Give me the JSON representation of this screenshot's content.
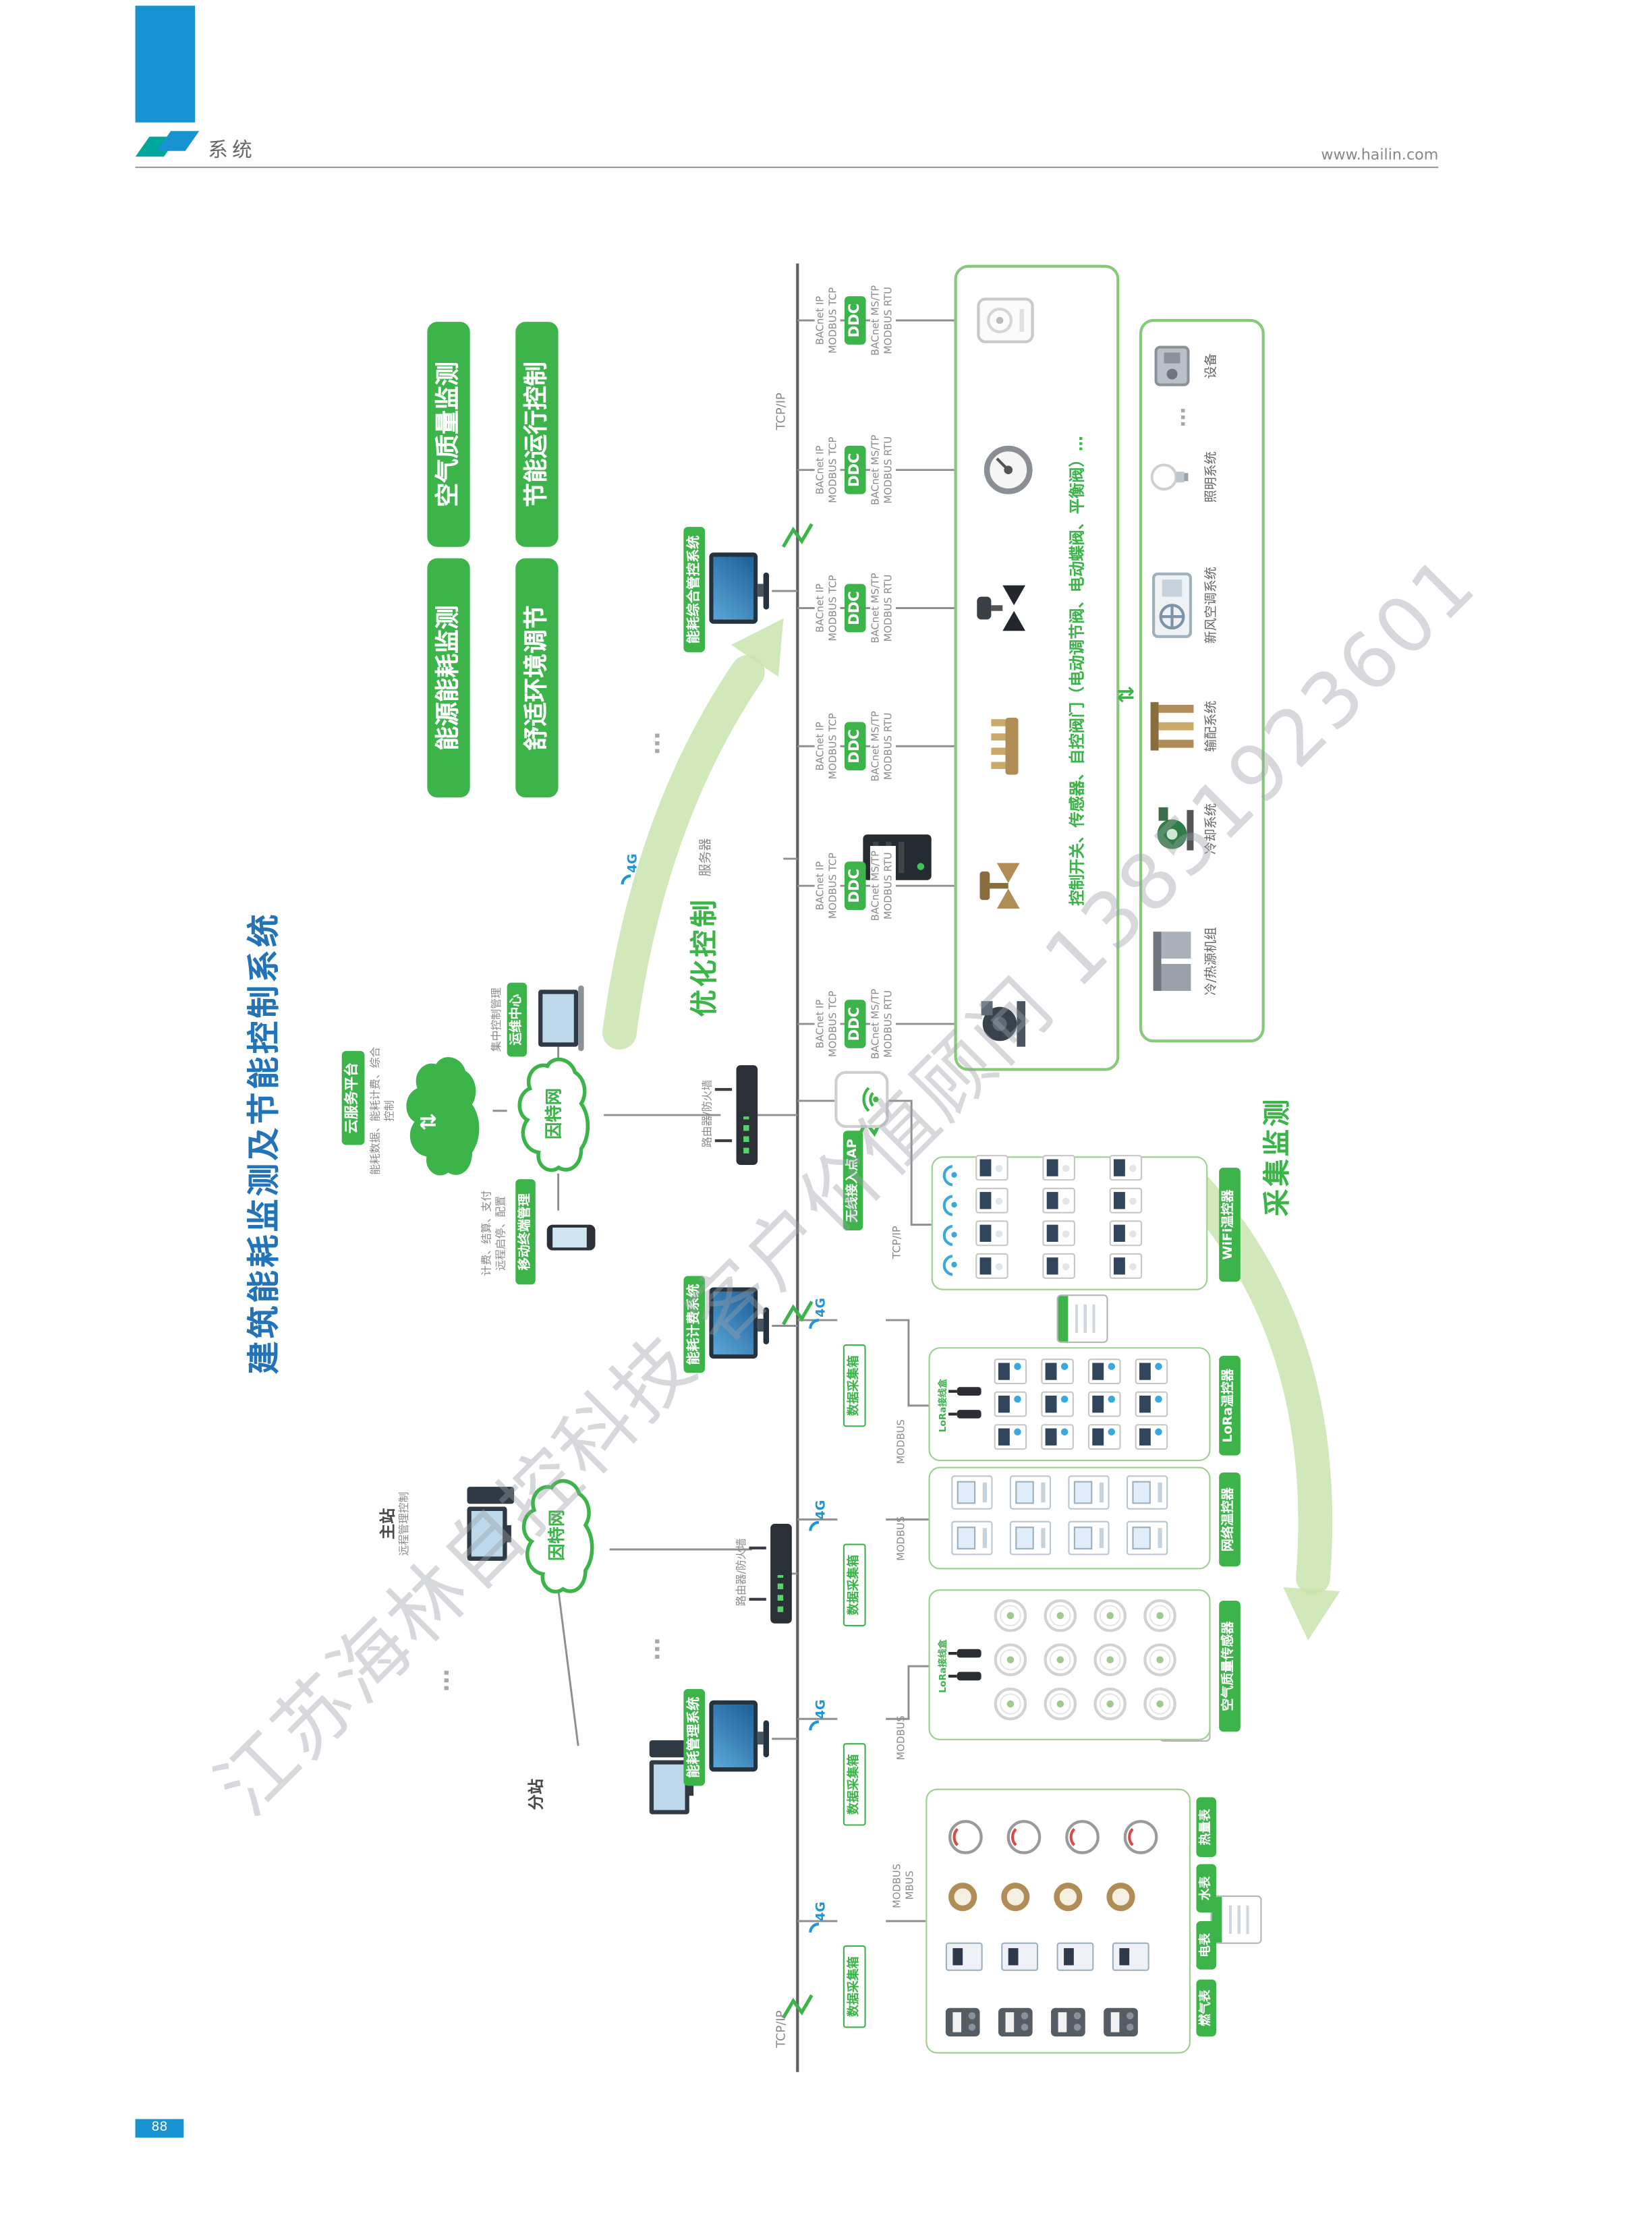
{
  "header": {
    "section": "系统",
    "site": "www.hailin.com"
  },
  "footer": {
    "page": "88"
  },
  "watermark": "江苏海林自控科技 客户价值顾问 13851923601",
  "title": "建筑能耗监测及节能控制系统",
  "pills": {
    "p1": "能源能耗监测",
    "p2": "空气质量监测",
    "p3": "舒适环境调节",
    "p4": "节能运行控制"
  },
  "cloud": {
    "caption": "能耗数据、能耗计费、综合控制",
    "platform": "云服务平台",
    "internet": "因特网",
    "ops_caption": "集中控制管理",
    "ops": "运维中心",
    "mob_cap1": "计费、结算、支付",
    "mob_cap2": "远程启停、配置",
    "mobile": "移动终端管理",
    "updown": "⇅"
  },
  "stations": {
    "master": "主站",
    "master_cap": "远程管理控制",
    "internet": "因特网",
    "sub": "分站",
    "dots": "⋯"
  },
  "mgmt": {
    "sys1": "能耗综合管控系统",
    "sys2": "能耗计费系统",
    "sys3": "能耗管理系统",
    "server": "服务器",
    "router": "路由器/防火墙",
    "dots": "⋯",
    "optimize": "优化控制",
    "collect": "采集监测"
  },
  "bus": {
    "tcpip": "TCP/IP"
  },
  "ddc": {
    "t1": "BACnet IP",
    "t2": "MODBUS TCP",
    "name": "DDC",
    "b1": "BACnet MS/TP",
    "b2": "MODBUS RTU",
    "caption": "控制开关、传感器、自控阀门（电动调节阀、电动蝶阀、平衡阀）…",
    "link": "⇅"
  },
  "equipment": {
    "e1": "冷/热源机组",
    "e2": "冷却系统",
    "e3": "输配系统",
    "e4": "新风空调系统",
    "e5": "照明系统",
    "dots": "…",
    "e6": "设备"
  },
  "collect": {
    "ap": "无线接入点AP",
    "tcpip": "TCP/IP",
    "box": "数据采集箱",
    "modbus": "MODBUS",
    "mbus": "MBUS",
    "g4": "4G",
    "wifi": "WiFi温控器",
    "lora": "LoRa温控器",
    "lora_jb": "LoRa接线盒",
    "net": "网络温控器",
    "air": "空气质量传感器",
    "m1": "燃气表",
    "m2": "电表",
    "m3": "水表",
    "m4": "热量表"
  }
}
